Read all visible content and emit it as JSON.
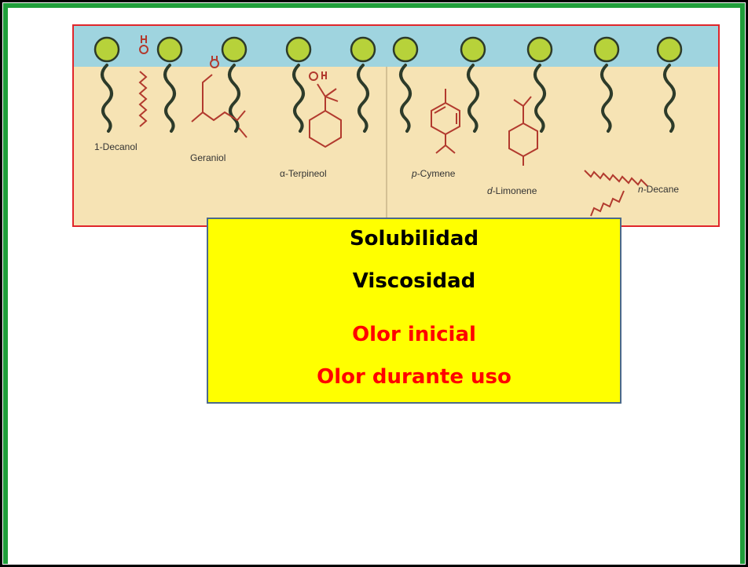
{
  "figure": {
    "colors": {
      "water": "#9fd4df",
      "membrane": "#f6e3b4",
      "headgroup": "#b7d23a",
      "tail": "#2d3b2a",
      "molecule": "#b23a2e",
      "frame": "#e0262b"
    },
    "labels": {
      "decanol": "1-Decanol",
      "geraniol": "Geraniol",
      "terpineol": "α-Terpineol",
      "cymene_prefix": "p",
      "cymene": "-Cymene",
      "limonene_prefix": "d",
      "limonene": "-Limonene",
      "decane_prefix": "n",
      "decane": "-Decane"
    }
  },
  "callout": {
    "colors": {
      "background": "#ffff00",
      "primary": "#000000",
      "highlight": "#ff0000"
    },
    "line1": "Solubilidad",
    "line2": "Viscosidad",
    "line3": "Olor inicial",
    "line4": "Olor durante uso"
  }
}
